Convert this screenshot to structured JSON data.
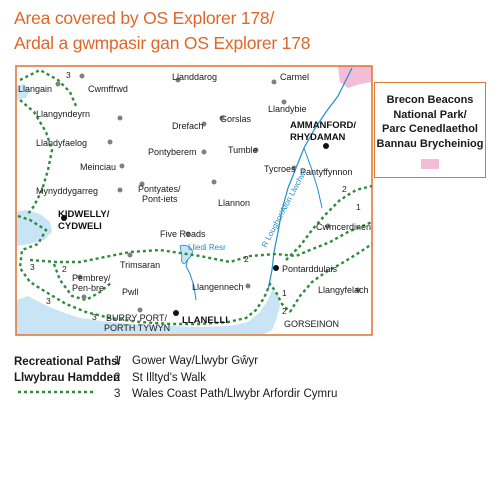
{
  "title": {
    "line1": "Area covered by OS Explorer 178/",
    "line2": "Ardal a gwmpasir gan OS Explorer 178"
  },
  "national_park": {
    "line1": "Brecon Beacons",
    "line2": "National Park/",
    "line3": "Parc Cenedlaethol",
    "line4": "Bannau Brycheiniog",
    "color": "#f3bcd7"
  },
  "legend": {
    "heading1": "Recreational Paths/",
    "heading2": "Llwybrau Hamdden",
    "items": [
      {
        "num": "1",
        "label": "Gower Way/Llwybr Gŵyr"
      },
      {
        "num": "2",
        "label": "St Illtyd's Walk"
      },
      {
        "num": "3",
        "label": "Wales Coast Path/Llwybr Arfordir Cymru"
      }
    ],
    "path_color": "#2e8b3a"
  },
  "places": {
    "llangain": "Llangain",
    "cwmffrwd": "Cwmffrwd",
    "llanddarog": "Llanddarog",
    "carmel": "Carmel",
    "llangyndeyrn": "Llangyndeyrn",
    "llandybie": "Llandybie",
    "gorslas": "Gorslas",
    "drefach": "Drefach",
    "llandyfaelog": "Llandyfaelog",
    "ammanford": "AMMANFORD/",
    "rhydaman": "RHYDAMAN",
    "tumble": "Tumble",
    "pontyberem": "Pontyberem",
    "meinciau": "Meinciau",
    "tycroes": "Tycroes",
    "pantyffynnon": "Pantyffynnon",
    "mynyddygarreg": "Mynyddygarreg",
    "pontyates": "Pontyates/",
    "pontiets": "Pont-iets",
    "llannon": "Llannon",
    "kidwelly": "KIDWELLY/",
    "cydweli": "CYDWELI",
    "five_roads": "Five Roads",
    "cwmcerdinen": "Cwmcerdinen",
    "trimsaran": "Trimsaran",
    "pontarddulais": "Pontarddulais",
    "llangennech": "Llangennech",
    "pembrey": "Pembrey/",
    "penbre": "Pen-bre",
    "pwll": "Pwll",
    "burry_port": "BURRY PORT/",
    "porth_tywyn": "PORTH TYWYN",
    "llanelli": "LLANELLI",
    "gorseinon": "GORSEINON",
    "llangyfelach": "Llangyfelach"
  },
  "rivers": {
    "lliedi": "Lliedi Resr",
    "loughor": "R Loughor/Afon Llwchwr"
  },
  "path_numbers": {
    "n3a": "3",
    "n3b": "3",
    "n2a": "2",
    "n1a": "1",
    "n2b": "2",
    "n2c": "2",
    "n2d": "2",
    "n1b": "1",
    "n3c": "3",
    "n3d": "3"
  },
  "colors": {
    "title": "#e0662a",
    "frame": "#e07a3a",
    "sea": "#c8e4f5",
    "river": "#1f8fd0",
    "path": "#2e8b3a"
  }
}
